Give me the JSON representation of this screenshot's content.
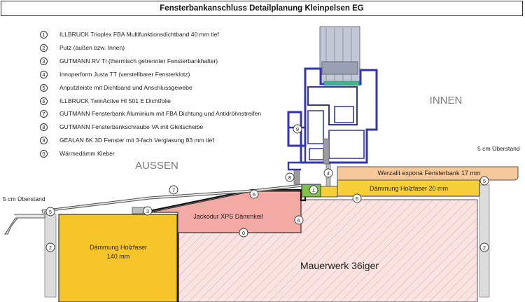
{
  "title": "Fensterbankanschluss Detailplanung Kleinpelsen EG",
  "legend": [
    {
      "num": "1",
      "text": "ILLBRUCK Trioplex FBA Multifunktionsdichtband 40 mm tief"
    },
    {
      "num": "2",
      "text": "Putz (außen bzw. Innen)"
    },
    {
      "num": "3",
      "text": "GUTMANN RV TI (thermisch getrennter Fensterbankhalter)"
    },
    {
      "num": "4",
      "text": "Innoperform Justa TT (verstellbarer Fensterklotz)"
    },
    {
      "num": "5",
      "text": "Anputzleiste mit Dichtband und Anschlussgewebe"
    },
    {
      "num": "6",
      "text": "ILLBRUCK TwinActive HI 501 E Dichtfolie"
    },
    {
      "num": "7",
      "text": "GUTMANN Fensterbank Aluminium mit FBA Dichtung und Antidröhnstreifen"
    },
    {
      "num": "8",
      "text": "GUTMANN Fensterbankschraube VA mit Gleitscheibe"
    },
    {
      "num": "9",
      "text": "GEALAN 6K 3D Fenster mit 3-fach Verglasung 83 mm tief"
    },
    {
      "num": "0",
      "text": "Wärmedämm Kleber"
    }
  ],
  "labels": {
    "innen": "INNEN",
    "aussen": "AUSSEN",
    "ueberstand_left": "5 cm Überstand",
    "ueberstand_right": "5 cm Überstand",
    "werzalit": "Werzalit expona Fensterbank 17 mm",
    "daemmung_inner": "Dämmung Holzfaser 20 mm",
    "jackodur": "Jackodur XPS Dämmkeil",
    "daemmung_outer_1": "Dämmung Holzfaser",
    "daemmung_outer_2": "140 mm",
    "mauerwerk": "Mauerwerk 36iger"
  },
  "markers": {
    "m1": "1",
    "m2_left": "2",
    "m2_right": "2",
    "m3": "3",
    "m4": "4",
    "m5_left": "5",
    "m5_right": "5",
    "m6_a": "6",
    "m6_b": "6",
    "m6_c": "6",
    "m7": "7",
    "m8": "8",
    "m9": "9",
    "m0": "0"
  },
  "colors": {
    "werzalit": "#f7c99a",
    "daemmung_inner": "#f6cf3a",
    "daemmung_outer": "#f6c52a",
    "jackodur": "#f3aaa5",
    "mauerwerk": "#f9e4e2",
    "trioplex": "#7ec24a",
    "putz": "#dcdcdc",
    "frame": "#3136b0",
    "glass": "#c3c8d8",
    "seal": "#42b28c"
  }
}
